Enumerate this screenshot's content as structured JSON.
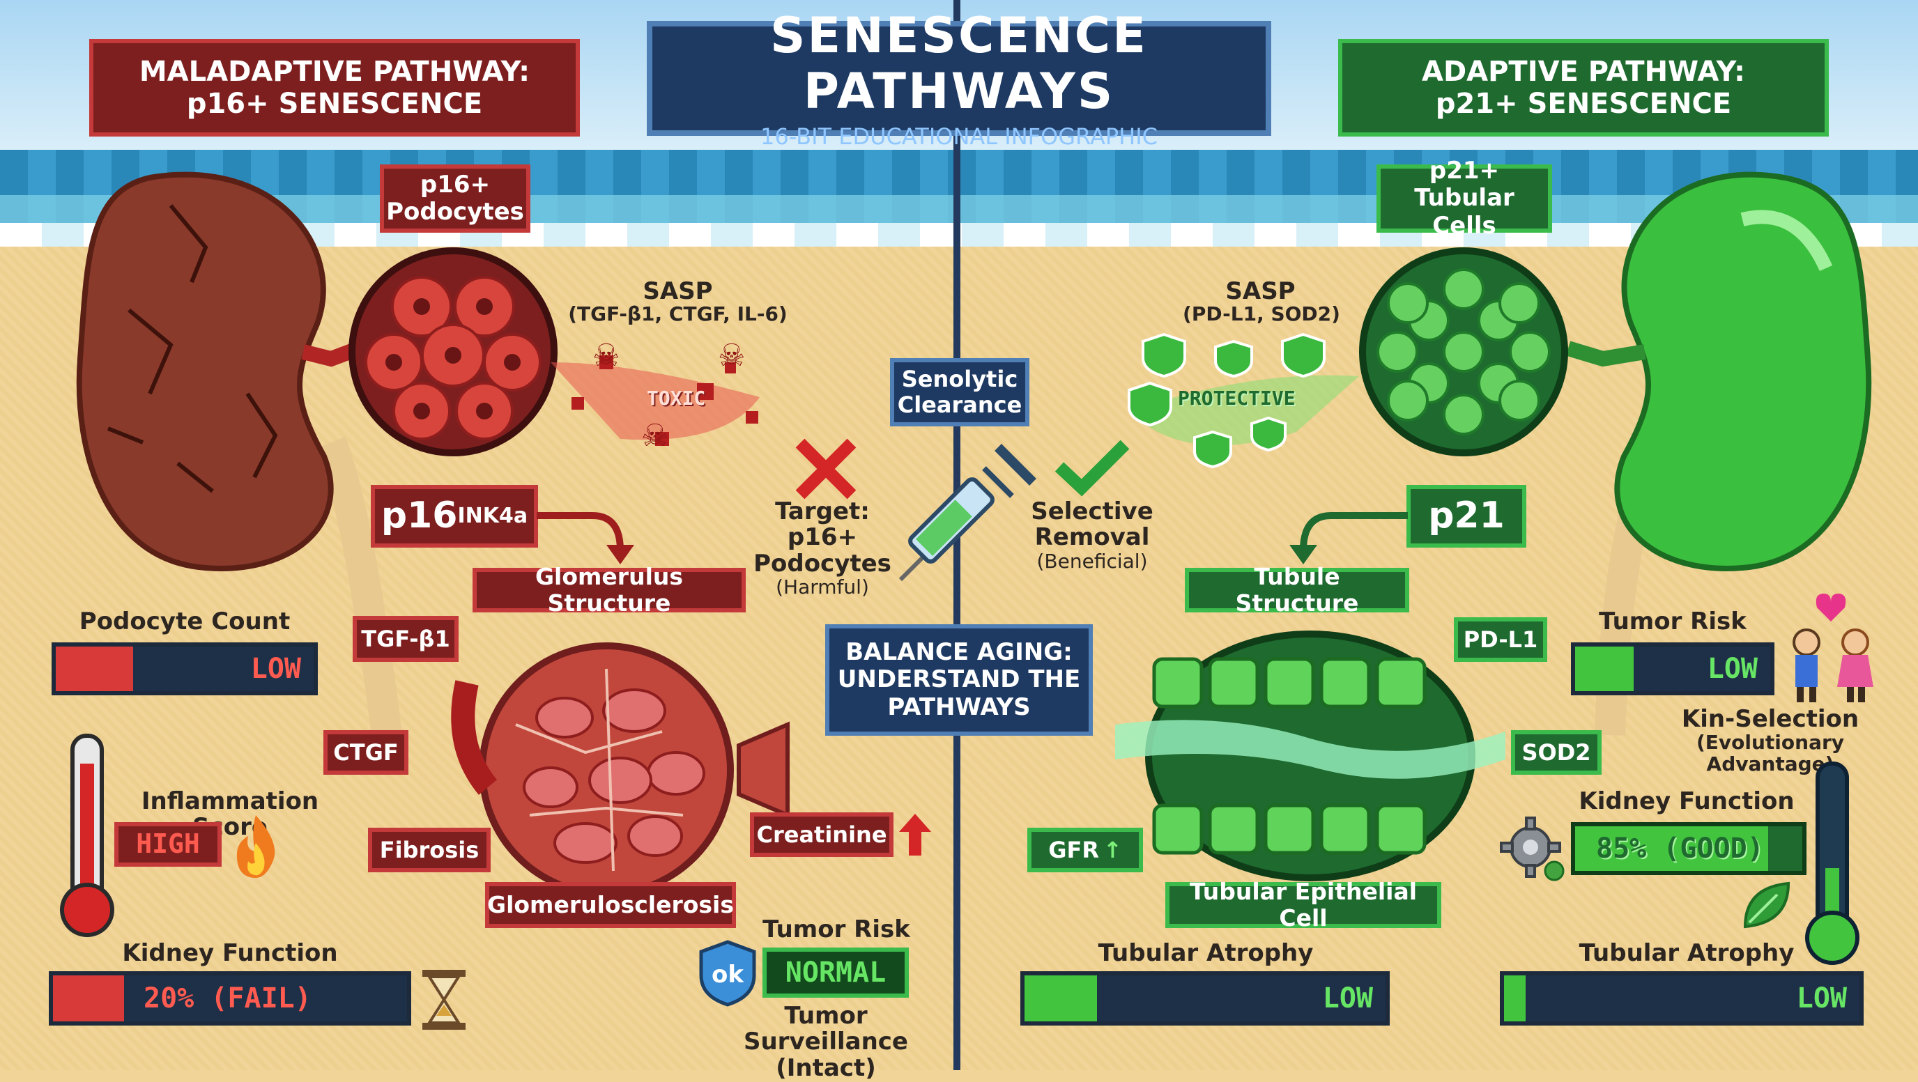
{
  "header": {
    "title": "SENESCENCE PATHWAYS",
    "subtitle": "16-BIT EDUCATIONAL INFOGRAPHIC"
  },
  "left": {
    "panel_title_1": "MALADAPTIVE PATHWAY:",
    "panel_title_2": "p16+ SENESCENCE",
    "cells_label_1": "p16+",
    "cells_label_2": "Podocytes",
    "sasp_title": "SASP",
    "sasp_factors": "(TGF-β1, CTGF, IL-6)",
    "toxic_label": "TOXIC",
    "marker_base": "p16",
    "marker_sup": "INK4a",
    "structure_label": "Glomerulus Structure",
    "podocyte_count_label": "Podocyte Count",
    "podocyte_count_value": "LOW",
    "podocyte_count_level": 0.3,
    "tag_tgf": "TGF-β1",
    "tag_ctgf": "CTGF",
    "tag_fibrosis": "Fibrosis",
    "tag_glomerulosclerosis": "Glomerulosclerosis",
    "tag_creatinine": "Creatinine",
    "inflammation_label": "Inflammation Score",
    "inflammation_value": "HIGH",
    "kidney_function_label": "Kidney Function",
    "kidney_function_value": "20% (FAIL)",
    "kidney_function_level": 0.2
  },
  "center": {
    "senolytic_1": "Senolytic",
    "senolytic_2": "Clearance",
    "target_1": "Target:",
    "target_2": "p16+ Podocytes",
    "target_3": "(Harmful)",
    "selective_1": "Selective",
    "selective_2": "Removal",
    "selective_3": "(Beneficial)",
    "balance_1": "BALANCE AGING:",
    "balance_2": "UNDERSTAND THE",
    "balance_3": "PATHWAYS",
    "tumor_risk_label": "Tumor Risk",
    "tumor_risk_value": "NORMAL",
    "ok_badge": "ok",
    "surveillance_1": "Tumor Surveillance",
    "surveillance_2": "(Intact)"
  },
  "right": {
    "panel_title_1": "ADAPTIVE PATHWAY:",
    "panel_title_2": "p21+ SENESCENCE",
    "cells_label_1": "p21+",
    "cells_label_2": "Tubular Cells",
    "sasp_title": "SASP",
    "sasp_factors": "(PD-L1, SOD2)",
    "protective_label": "PROTECTIVE",
    "marker": "p21",
    "structure_label": "Tubule Structure",
    "tag_pdl1": "PD-L1",
    "tag_sod2": "SOD2",
    "tag_gfr": "GFR",
    "tag_epithelial": "Tubular Epithelial Cell",
    "tumor_risk_label": "Tumor Risk",
    "tumor_risk_value": "LOW",
    "tumor_risk_level": 0.3,
    "kin_1": "Kin-Selection",
    "kin_2": "(Evolutionary Advantage)",
    "kidney_function_label": "Kidney Function",
    "kidney_function_value": "85% (GOOD)",
    "kidney_function_level": 0.85,
    "atrophy_center_label": "Tubular Atrophy",
    "atrophy_center_value": "LOW",
    "atrophy_center_level": 0.2,
    "atrophy_right_label": "Tubular Atrophy",
    "atrophy_right_value": "LOW",
    "atrophy_right_level": 0.06
  },
  "colors": {
    "maladaptive": "#7e1f1f",
    "adaptive": "#1e6a2f",
    "neutral": "#1e3a62",
    "bad_fill": "#d83a3a",
    "good_fill": "#42c43f"
  }
}
